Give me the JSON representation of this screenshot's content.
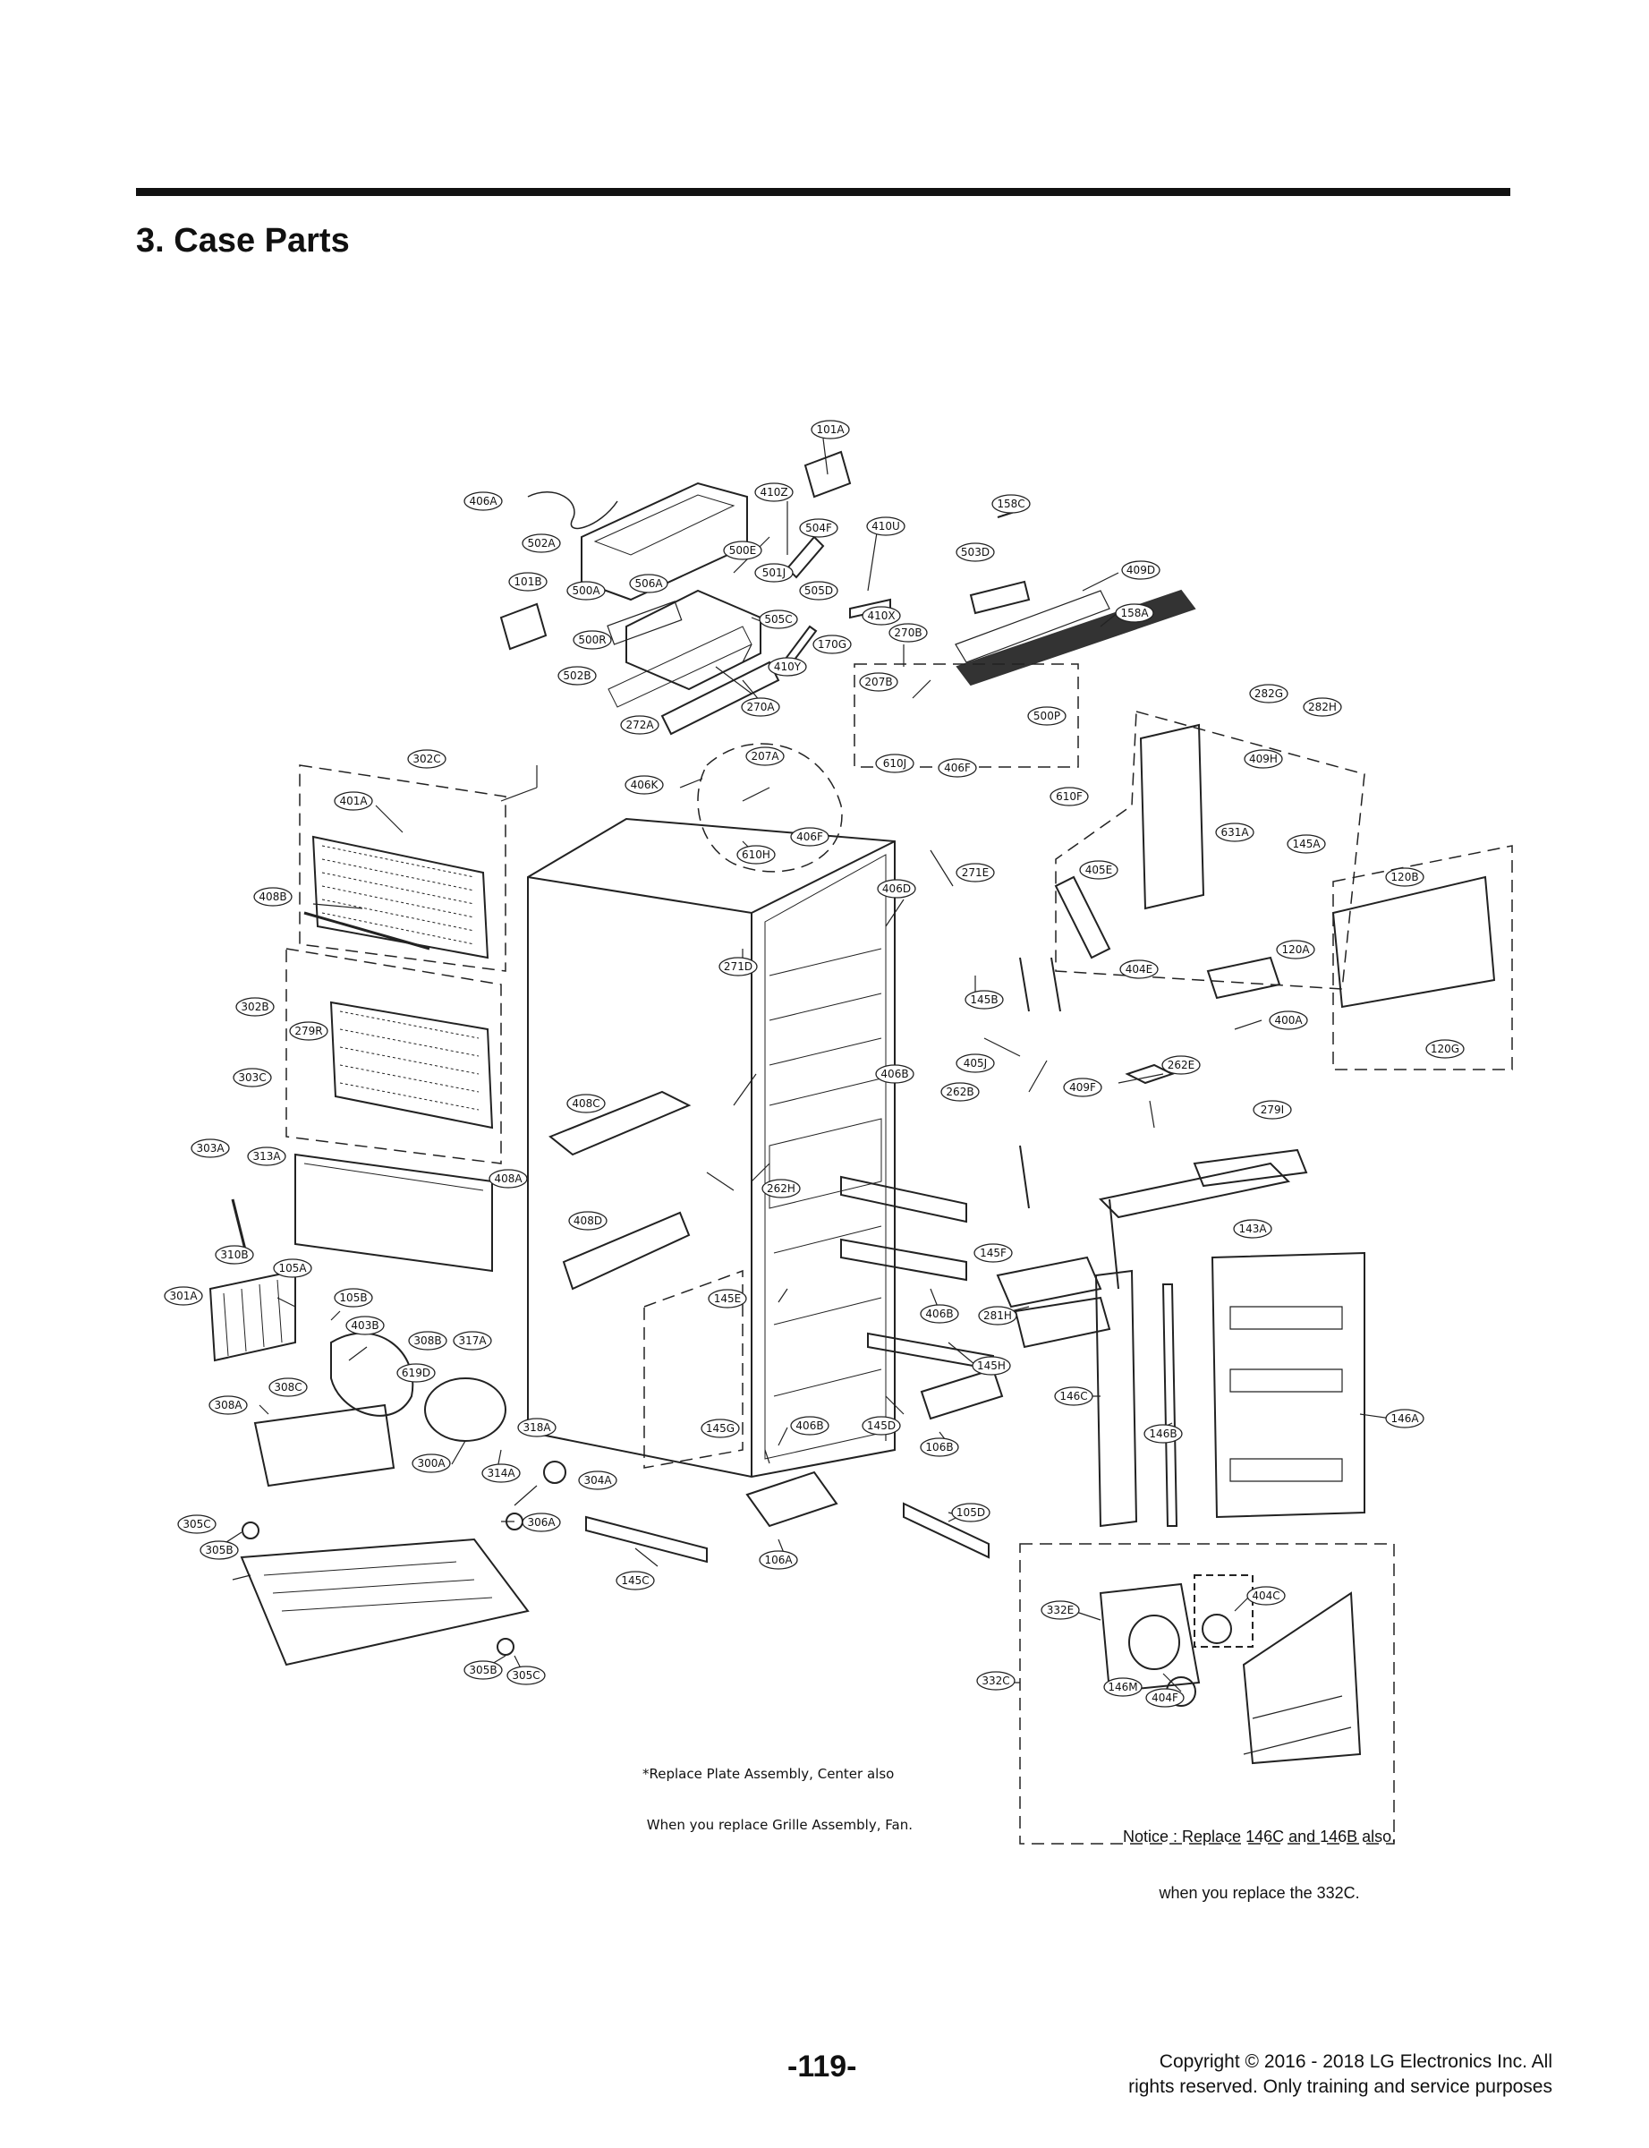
{
  "section_title": "3. Case Parts",
  "footnote_line1": "*Replace Plate Assembly, Center also",
  "footnote_line2": " When you replace Grille Assembly, Fan.",
  "notice_line1": "Notice : Replace 146C and 146B also,",
  "notice_line2": "when you replace the 332C.",
  "page_number": "-119-",
  "copyright_line1": "Copyright © 2016 - 2018 LG Electronics Inc. All",
  "copyright_line2": "rights reserved. Only training and service purposes",
  "part_labels": [
    "101A",
    "406A",
    "410Z",
    "158C",
    "502A",
    "504F",
    "410U",
    "500E",
    "503D",
    "409D",
    "101B",
    "500A",
    "506A",
    "501J",
    "505D",
    "410X",
    "158A",
    "500R",
    "505C",
    "270B",
    "502B",
    "170G",
    "410Y",
    "207B",
    "282G",
    "282H",
    "272A",
    "270A",
    "500P",
    "302C",
    "207A",
    "409H",
    "406K",
    "610J",
    "406F",
    "401A",
    "610F",
    "631A",
    "145A",
    "406F",
    "610H",
    "271E",
    "405E",
    "408B",
    "406D",
    "120B",
    "271D",
    "120A",
    "404E",
    "145B",
    "302B",
    "279R",
    "400A",
    "303C",
    "405J",
    "262E",
    "406B",
    "409F",
    "262B",
    "120G",
    "408C",
    "279I",
    "303A",
    "313A",
    "408A",
    "262H",
    "143A",
    "408D",
    "145F",
    "310B",
    "105A",
    "145E",
    "301A",
    "105B",
    "406B",
    "281H",
    "403B",
    "308B",
    "317A",
    "145H",
    "619D",
    "308C",
    "146C",
    "146A",
    "308A",
    "406B",
    "145D",
    "146B",
    "318A",
    "145G",
    "106B",
    "300A",
    "314A",
    "304A",
    "305C",
    "306A",
    "105D",
    "305B",
    "106A",
    "145C",
    "404C",
    "332E",
    "305B",
    "305C",
    "332C",
    "146M",
    "404F"
  ]
}
